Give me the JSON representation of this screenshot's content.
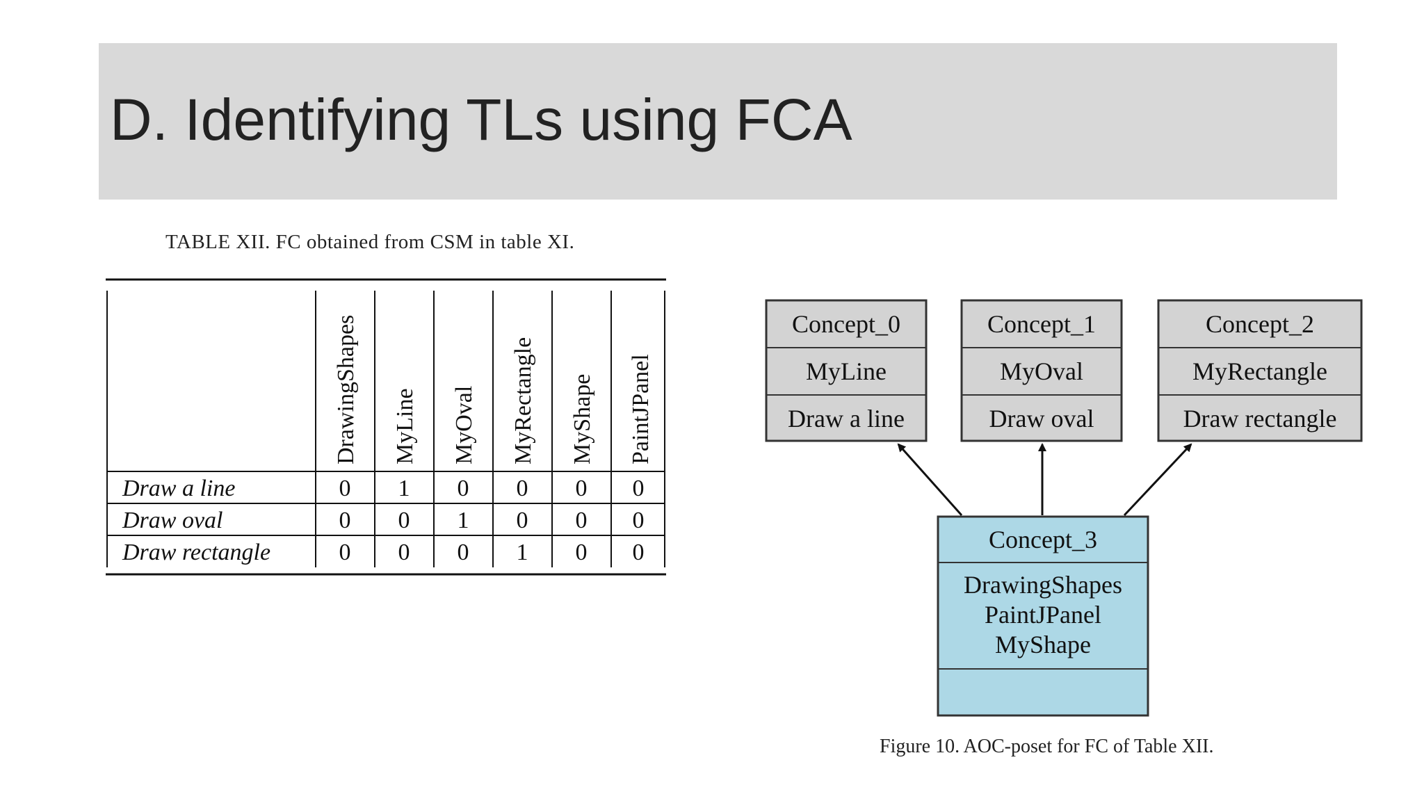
{
  "slide": {
    "title": "D. Identifying TLs using FCA"
  },
  "table": {
    "caption": "TABLE XII. FC obtained from CSM in table XI.",
    "columns": [
      "DrawingShapes",
      "MyLine",
      "MyOval",
      "MyRectangle",
      "MyShape",
      "PaintJPanel"
    ],
    "rows": [
      {
        "label": "Draw a line",
        "values": [
          "0",
          "1",
          "0",
          "0",
          "0",
          "0"
        ]
      },
      {
        "label": "Draw oval",
        "values": [
          "0",
          "0",
          "1",
          "0",
          "0",
          "0"
        ]
      },
      {
        "label": "Draw rectangle",
        "values": [
          "0",
          "0",
          "0",
          "1",
          "0",
          "0"
        ]
      }
    ]
  },
  "figure": {
    "caption": "Figure 10. AOC-poset for FC of Table XII.",
    "colors": {
      "top_concept_fill": "#d3d3d3",
      "bottom_concept_fill": "#add8e6",
      "border": "#333333"
    },
    "top_concepts": [
      {
        "name": "Concept_0",
        "objects": "MyLine",
        "attributes": "Draw a line"
      },
      {
        "name": "Concept_1",
        "objects": "MyOval",
        "attributes": "Draw oval"
      },
      {
        "name": "Concept_2",
        "objects": "MyRectangle",
        "attributes": "Draw rectangle"
      }
    ],
    "bottom_concept": {
      "name": "Concept_3",
      "objects": [
        "DrawingShapes",
        "PaintJPanel",
        "MyShape"
      ],
      "attributes": ""
    }
  }
}
